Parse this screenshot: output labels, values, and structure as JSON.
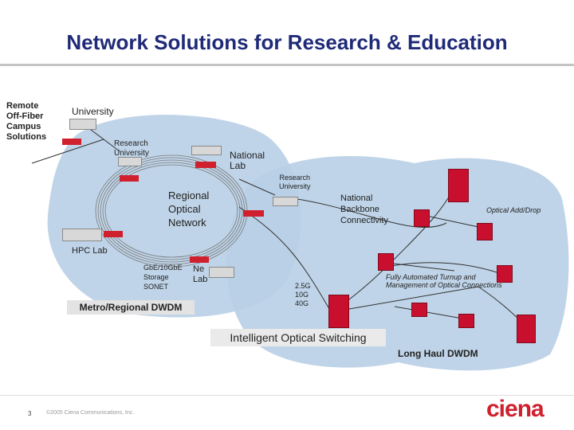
{
  "title": "Network Solutions for Research & Education",
  "labels": {
    "remote_offfiber": [
      "Remote",
      "Off-Fiber",
      "Campus",
      "Solutions"
    ],
    "university": "University",
    "research_university_1": [
      "Research",
      "University"
    ],
    "national_lab": [
      "National",
      "Lab"
    ],
    "research_university_2": [
      "Research",
      "University"
    ],
    "regional_optical_network": [
      "Regional",
      "Optical",
      "Network"
    ],
    "national_backbone": [
      "National",
      "Backbone",
      "Connectivity"
    ],
    "optical_add_drop": "Optical Add/Drop",
    "hpc_lab": "HPC Lab",
    "gbe_storage_sonet": [
      "GbE/10GbE",
      "Storage",
      "SONET"
    ],
    "ne_lab": [
      "Ne",
      "Lab"
    ],
    "speeds": [
      "2.5G",
      "10G",
      "40G"
    ],
    "automated": [
      "Fully Automated Turnup and",
      "Management of Optical Connections"
    ],
    "metro_dwdm": "Metro/Regional DWDM",
    "intelligent_switching": "Intelligent Optical Switching",
    "long_haul": "Long Haul DWDM"
  },
  "footer": {
    "page_number": "3",
    "copyright": "©2005 Ciena Communications, Inc.",
    "logo": "ciena"
  },
  "colors": {
    "title": "#1f2a78",
    "cloud": "#b8cfe6",
    "accent_red": "#c8102e",
    "logo": "#d0202e"
  }
}
